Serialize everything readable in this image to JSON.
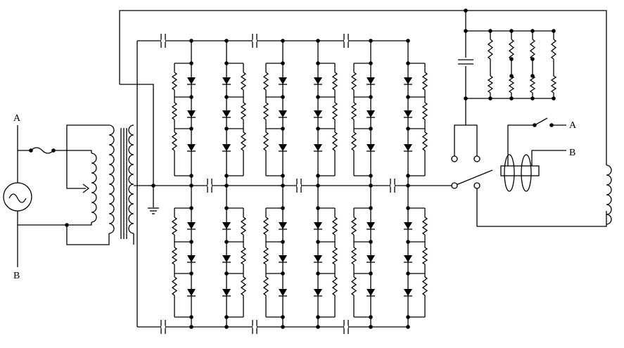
{
  "labels": {
    "left_top": "A",
    "left_bottom": "B",
    "right_top": "A",
    "right_bottom": "B"
  },
  "colors": {
    "ink": "#000000",
    "background": "#ffffff"
  }
}
